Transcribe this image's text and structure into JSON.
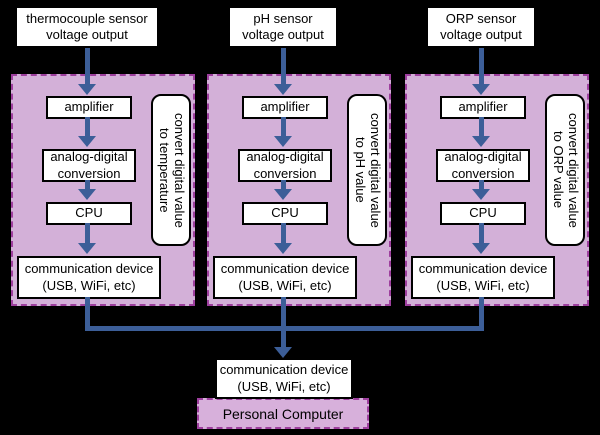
{
  "colors": {
    "background": "#000000",
    "panel_fill": "#d3b0d8",
    "panel_border": "#9e3f9e",
    "box_fill": "#ffffff",
    "box_border": "#000000",
    "arrow": "#3c5e98",
    "pc_fill": "#d7b0db",
    "text": "#000000"
  },
  "channels": [
    {
      "source": "thermocouple sensor\nvoltage output",
      "converter_note": "convert digital value\nto temperature",
      "stages": [
        "amplifier",
        "analog-digital\nconversion",
        "CPU",
        "communication device\n(USB, WiFi, etc)"
      ]
    },
    {
      "source": "pH sensor\nvoltage output",
      "converter_note": "convert digital value\nto pH value",
      "stages": [
        "amplifier",
        "analog-digital\nconversion",
        "CPU",
        "communication device\n(USB, WiFi, etc)"
      ]
    },
    {
      "source": "ORP sensor\nvoltage output",
      "converter_note": "convert digital value\nto ORP value",
      "stages": [
        "amplifier",
        "analog-digital\nconversion",
        "CPU",
        "communication device\n(USB, WiFi, etc)"
      ]
    }
  ],
  "receiver": {
    "comm_device": "communication device\n(USB, WiFi, etc)",
    "computer": "Personal Computer"
  }
}
